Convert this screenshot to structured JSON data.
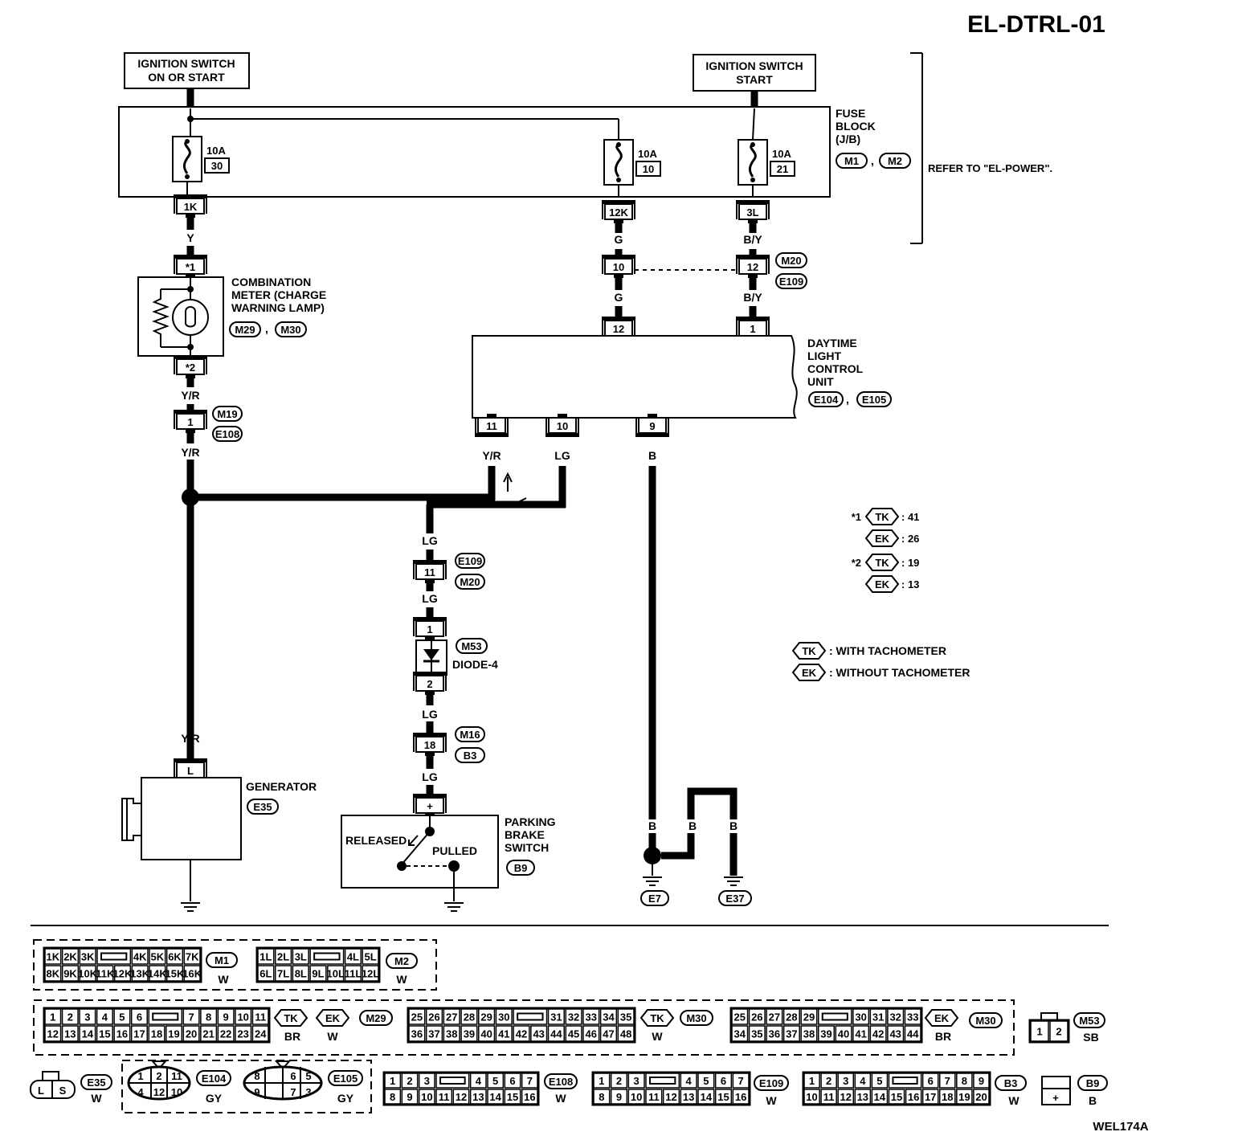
{
  "header": {
    "title": "EL-DTRL-01",
    "figure_code": "WEL174A"
  },
  "power": {
    "ign_on_start": [
      "IGNITION SWITCH",
      "ON OR START"
    ],
    "ign_start": [
      "IGNITION SWITCH",
      "START"
    ],
    "fuse_block_label": [
      "FUSE",
      "BLOCK",
      "(J/B)"
    ],
    "fuse_block_connectors": [
      "M1",
      "M2"
    ],
    "separator": ",",
    "refer": "REFER TO \"EL-POWER\".",
    "fuses": [
      {
        "rating": "10A",
        "number": "30",
        "terminal": "1K"
      },
      {
        "rating": "10A",
        "number": "10",
        "terminal": "12K"
      },
      {
        "rating": "10A",
        "number": "21",
        "terminal": "3L"
      }
    ]
  },
  "wires": {
    "Y": "Y",
    "YR": "Y/R",
    "G": "G",
    "BY": "B/Y",
    "LG": "LG",
    "B": "B"
  },
  "components": {
    "combination_meter": {
      "label": [
        "COMBINATION",
        "METER (CHARGE",
        "WARNING LAMP)"
      ],
      "connectors": [
        "M29",
        "M30"
      ],
      "pins": [
        "*1",
        "*2"
      ]
    },
    "dtrl_unit": {
      "label": [
        "DAYTIME",
        "LIGHT",
        "CONTROL",
        "UNIT"
      ],
      "connectors": [
        "E104",
        "E105"
      ],
      "pins": {
        "in_g": "12",
        "in_by": "1",
        "out_yr": "11",
        "out_lg": "10",
        "ground": "9"
      }
    },
    "generator": {
      "label": "GENERATOR",
      "connector": "E35",
      "pin": "L"
    },
    "diode": {
      "label": "DIODE-4",
      "connector": "M53",
      "pins": [
        "1",
        "2"
      ]
    },
    "parking_brake_switch": {
      "label": [
        "PARKING",
        "BRAKE",
        "SWITCH"
      ],
      "connector": "B9",
      "pin": "+",
      "positions": [
        "RELEASED",
        "PULLED"
      ]
    },
    "grounds": [
      "E7",
      "E37"
    ]
  },
  "inline_connectors": {
    "m20_e109_g": {
      "pin": "10"
    },
    "m20_e109_by": {
      "pin": "12",
      "ids": [
        "M20",
        "E109"
      ]
    },
    "m19_e108": {
      "pin": "1",
      "ids": [
        "M19",
        "E108"
      ]
    },
    "e109_m20": {
      "pin": "11",
      "ids": [
        "E109",
        "M20"
      ]
    },
    "m16_b3": {
      "pin": "18",
      "ids": [
        "M16",
        "B3"
      ]
    }
  },
  "notes": [
    {
      "ref": "*1",
      "variant": "TK",
      "pin": ": 41"
    },
    {
      "ref": "",
      "variant": "EK",
      "pin": ": 26"
    },
    {
      "ref": "*2",
      "variant": "TK",
      "pin": ": 19"
    },
    {
      "ref": "",
      "variant": "EK",
      "pin": ": 13"
    }
  ],
  "legend": [
    {
      "variant": "TK",
      "text": ": WITH TACHOMETER"
    },
    {
      "variant": "EK",
      "text": ": WITHOUT TACHOMETER"
    }
  ],
  "connector_views": [
    {
      "id": "M1",
      "color": "W",
      "rows": [
        [
          "1K",
          "2K",
          "3K",
          "",
          "4K",
          "5K",
          "6K",
          "7K"
        ],
        [
          "8K",
          "9K",
          "10K",
          "11K",
          "12K",
          "13K",
          "14K",
          "15K",
          "16K"
        ]
      ]
    },
    {
      "id": "M2",
      "color": "W",
      "rows": [
        [
          "1L",
          "2L",
          "3L",
          "",
          "4L",
          "5L"
        ],
        [
          "6L",
          "7L",
          "8L",
          "9L",
          "10L",
          "11L",
          "12L"
        ]
      ]
    },
    {
      "id": "M29",
      "variants": [
        {
          "v": "TK",
          "color": "BR"
        },
        {
          "v": "EK",
          "color": "W"
        }
      ],
      "rows": [
        [
          "1",
          "2",
          "3",
          "4",
          "5",
          "6",
          "",
          "7",
          "8",
          "9",
          "10",
          "11"
        ],
        [
          "12",
          "13",
          "14",
          "15",
          "16",
          "17",
          "18",
          "19",
          "20",
          "21",
          "22",
          "23",
          "24"
        ]
      ]
    },
    {
      "id": "M30",
      "variant": "TK",
      "color": "W",
      "rows": [
        [
          "25",
          "26",
          "27",
          "28",
          "29",
          "30",
          "",
          "31",
          "32",
          "33",
          "34",
          "35"
        ],
        [
          "36",
          "37",
          "38",
          "39",
          "40",
          "41",
          "42",
          "43",
          "44",
          "45",
          "46",
          "47",
          "48"
        ]
      ]
    },
    {
      "id": "M30",
      "variant": "EK",
      "color": "BR",
      "rows": [
        [
          "25",
          "26",
          "27",
          "28",
          "29",
          "",
          "30",
          "31",
          "32",
          "33"
        ],
        [
          "34",
          "35",
          "36",
          "37",
          "38",
          "39",
          "40",
          "41",
          "42",
          "43",
          "44"
        ]
      ]
    },
    {
      "id": "M53",
      "color": "SB",
      "rows": [
        [
          "1",
          "2"
        ]
      ]
    },
    {
      "id": "E35",
      "color": "W",
      "rows": [
        [
          "L",
          "S"
        ]
      ]
    },
    {
      "id": "E104",
      "color": "GY",
      "rows": [
        [
          "1",
          "2",
          "11"
        ],
        [
          "4",
          "12",
          "10"
        ]
      ]
    },
    {
      "id": "E105",
      "color": "GY",
      "rows": [
        [
          "8",
          "",
          "6",
          "5"
        ],
        [
          "9",
          "",
          "7",
          "3"
        ]
      ]
    },
    {
      "id": "E108",
      "color": "W",
      "rows": [
        [
          "1",
          "2",
          "3",
          "",
          "4",
          "5",
          "6",
          "7"
        ],
        [
          "8",
          "9",
          "10",
          "11",
          "12",
          "13",
          "14",
          "15",
          "16"
        ]
      ]
    },
    {
      "id": "E109",
      "color": "W",
      "rows": [
        [
          "1",
          "2",
          "3",
          "",
          "4",
          "5",
          "6",
          "7"
        ],
        [
          "8",
          "9",
          "10",
          "11",
          "12",
          "13",
          "14",
          "15",
          "16"
        ]
      ]
    },
    {
      "id": "B3",
      "color": "W",
      "rows": [
        [
          "1",
          "2",
          "3",
          "4",
          "5",
          "",
          "6",
          "7",
          "8",
          "9"
        ],
        [
          "10",
          "11",
          "12",
          "13",
          "14",
          "15",
          "16",
          "17",
          "18",
          "19",
          "20"
        ]
      ]
    },
    {
      "id": "B9",
      "color": "B",
      "rows": [
        [
          "+"
        ]
      ]
    }
  ]
}
